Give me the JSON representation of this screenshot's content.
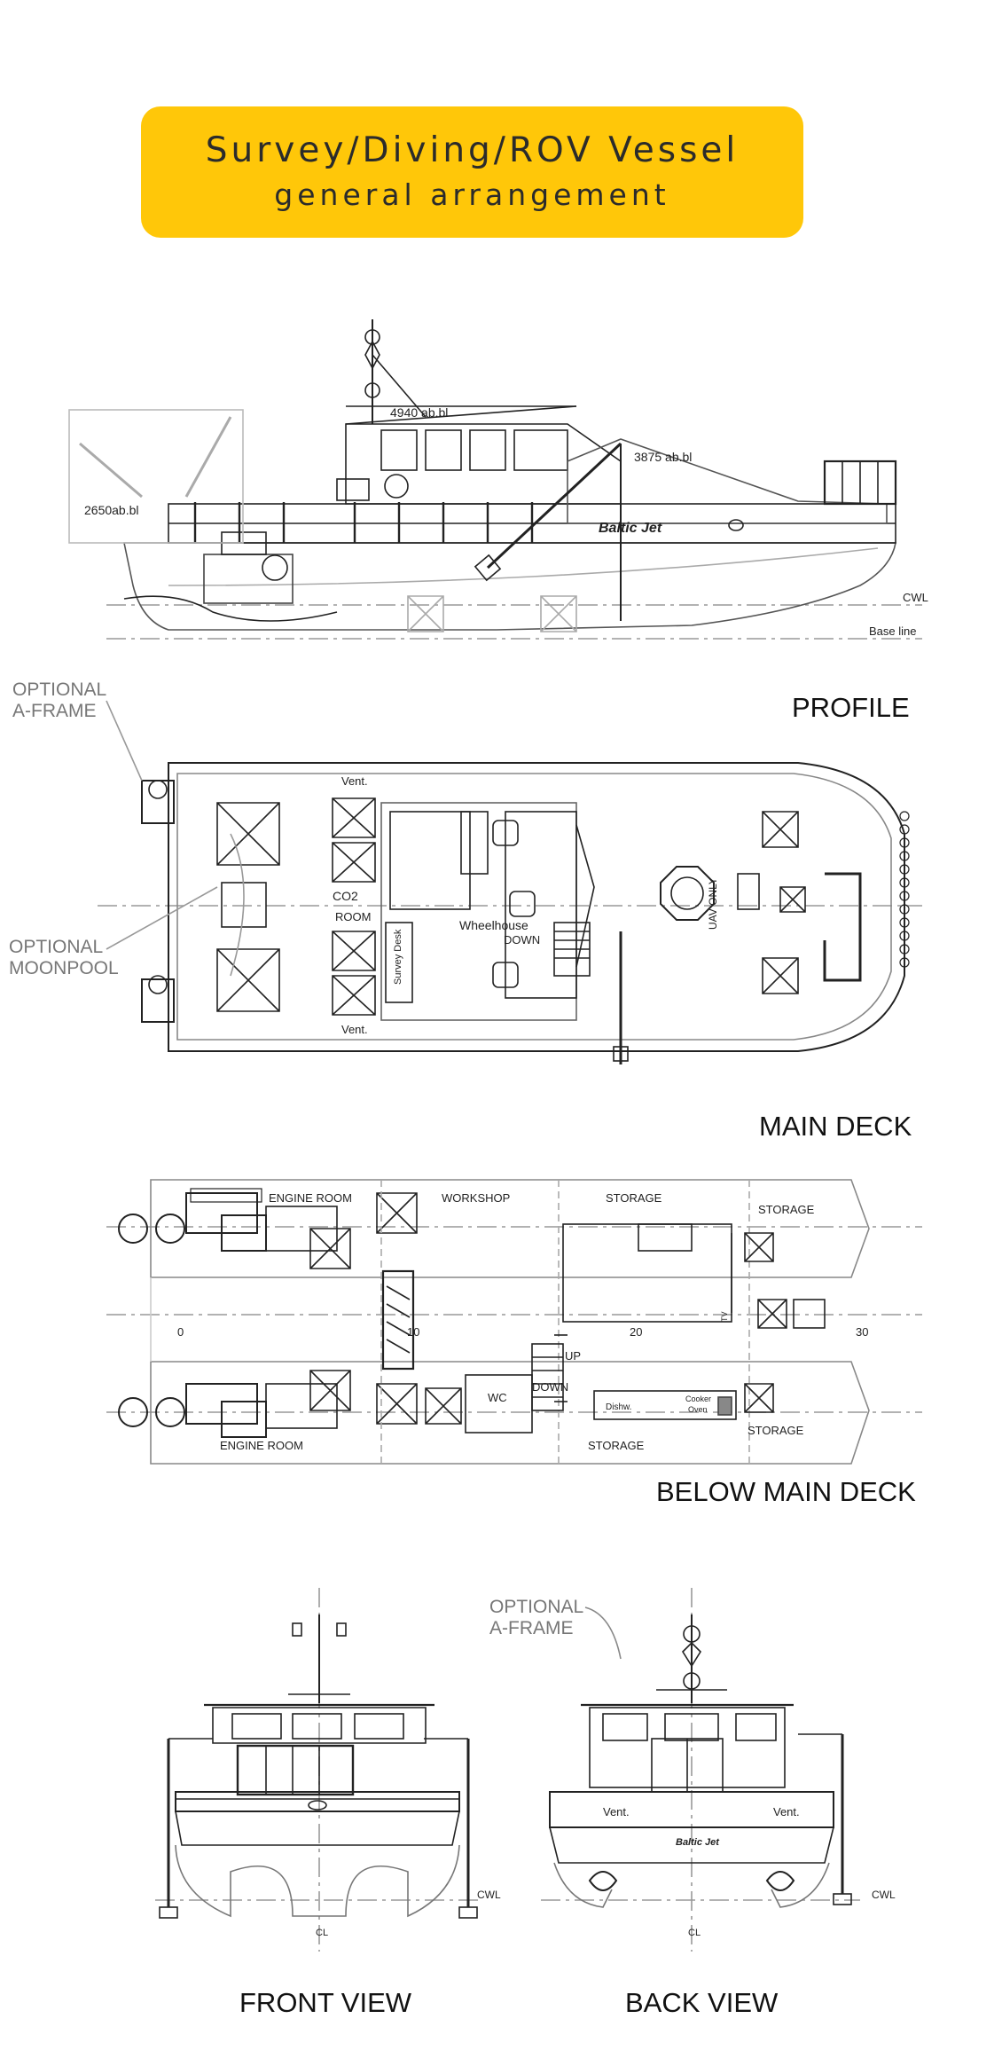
{
  "header": {
    "title_line1": "Survey/Diving/ROV Vessel",
    "title_line2": "general arrangement"
  },
  "colors": {
    "banner": "#ffc709",
    "ink": "#1a1a1a",
    "faint": "#9a9a9a"
  },
  "sections": {
    "profile": "PROFILE",
    "main_deck": "MAIN DECK",
    "below_main_deck": "BELOW MAIN DECK",
    "front_view": "FRONT VIEW",
    "back_view": "BACK VIEW"
  },
  "side_notes": {
    "optional_aframe_1": "OPTIONAL",
    "optional_aframe_2": "A-FRAME",
    "optional_moonpool_1": "OPTIONAL",
    "optional_moonpool_2": "MOONPOOL",
    "back_aframe_1": "OPTIONAL",
    "back_aframe_2": "A-FRAME"
  },
  "profile": {
    "h1": "4940 ab.bl",
    "h2": "3875 ab.bl",
    "h3": "2650ab.bl",
    "cwl": "CWL",
    "baseline": "Base line",
    "hull_name": "Baltic Jet"
  },
  "main_deck": {
    "vent_top": "Vent.",
    "vent_bottom": "Vent.",
    "co2": "CO2",
    "room": "ROOM",
    "survey_desk": "Survey Desk",
    "wheelhouse": "Wheelhouse",
    "down": "DOWN",
    "uav_only": "UAV ONLY"
  },
  "below_deck": {
    "engine_room_top": "ENGINE ROOM",
    "workshop": "WORKSHOP",
    "storage_top": "STORAGE",
    "storage_right_top": "STORAGE",
    "frame0": "0",
    "frame10": "10",
    "frame20": "20",
    "frame30": "30",
    "up": "UP",
    "down": "DOWN",
    "wc": "WC",
    "dishw": "Dishw.",
    "cooker_oven_1": "Cooker",
    "cooker_oven_2": "Oven",
    "tv": "TV",
    "engine_room_bottom": "ENGINE ROOM",
    "storage_bottom": "STORAGE",
    "storage_right_bottom": "STORAGE"
  },
  "views": {
    "cwl_front": "CWL",
    "cl_front": "CL",
    "vent_left": "Vent.",
    "vent_right": "Vent.",
    "cwl_back": "CWL",
    "cl_back": "CL",
    "back_name": "Baltic Jet"
  }
}
